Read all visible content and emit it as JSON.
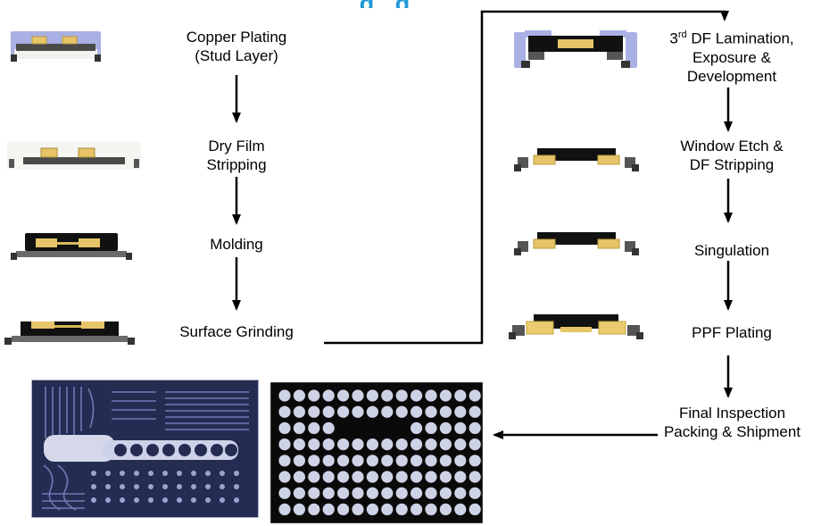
{
  "cropped_title_fragment": "g g",
  "left_steps": [
    {
      "line1": "Copper Plating",
      "line2": "(Stud Layer)"
    },
    {
      "line1": "Dry Film",
      "line2": "Stripping"
    },
    {
      "line1": "Molding"
    },
    {
      "line1": "Surface Grinding"
    }
  ],
  "right_steps": [
    {
      "num": "3",
      "sup": "rd",
      "rest": " DF Lamination,",
      "line2": "Exposure &",
      "line3": "Development"
    },
    {
      "line1": "Window Etch &",
      "line2": "DF Stripping"
    },
    {
      "line1": "Singulation"
    },
    {
      "line1": "PPF Plating"
    },
    {
      "line1": "Final Inspection",
      "line2": "Packing & Shipment"
    }
  ],
  "colors": {
    "arrow": "#000000",
    "title_blue": "#1f9ad6",
    "dry_film_blue": "#a9b0e3",
    "stud_gold": "#e7c468",
    "bright_gold": "#eccb6e",
    "mold_black": "#111111",
    "substrate_gray": "#5a5a5a",
    "photo_navy": "#252c52",
    "photo_trace": "#7079b5"
  },
  "photos": {
    "ball_grid_photo": {
      "rows": 8,
      "cols": 14,
      "missing": [
        [
          2,
          4
        ],
        [
          2,
          5
        ],
        [
          2,
          6
        ],
        [
          2,
          7
        ],
        [
          2,
          8
        ]
      ],
      "dot_color": "#ced2e6",
      "bg": "#0a0a0a"
    }
  }
}
